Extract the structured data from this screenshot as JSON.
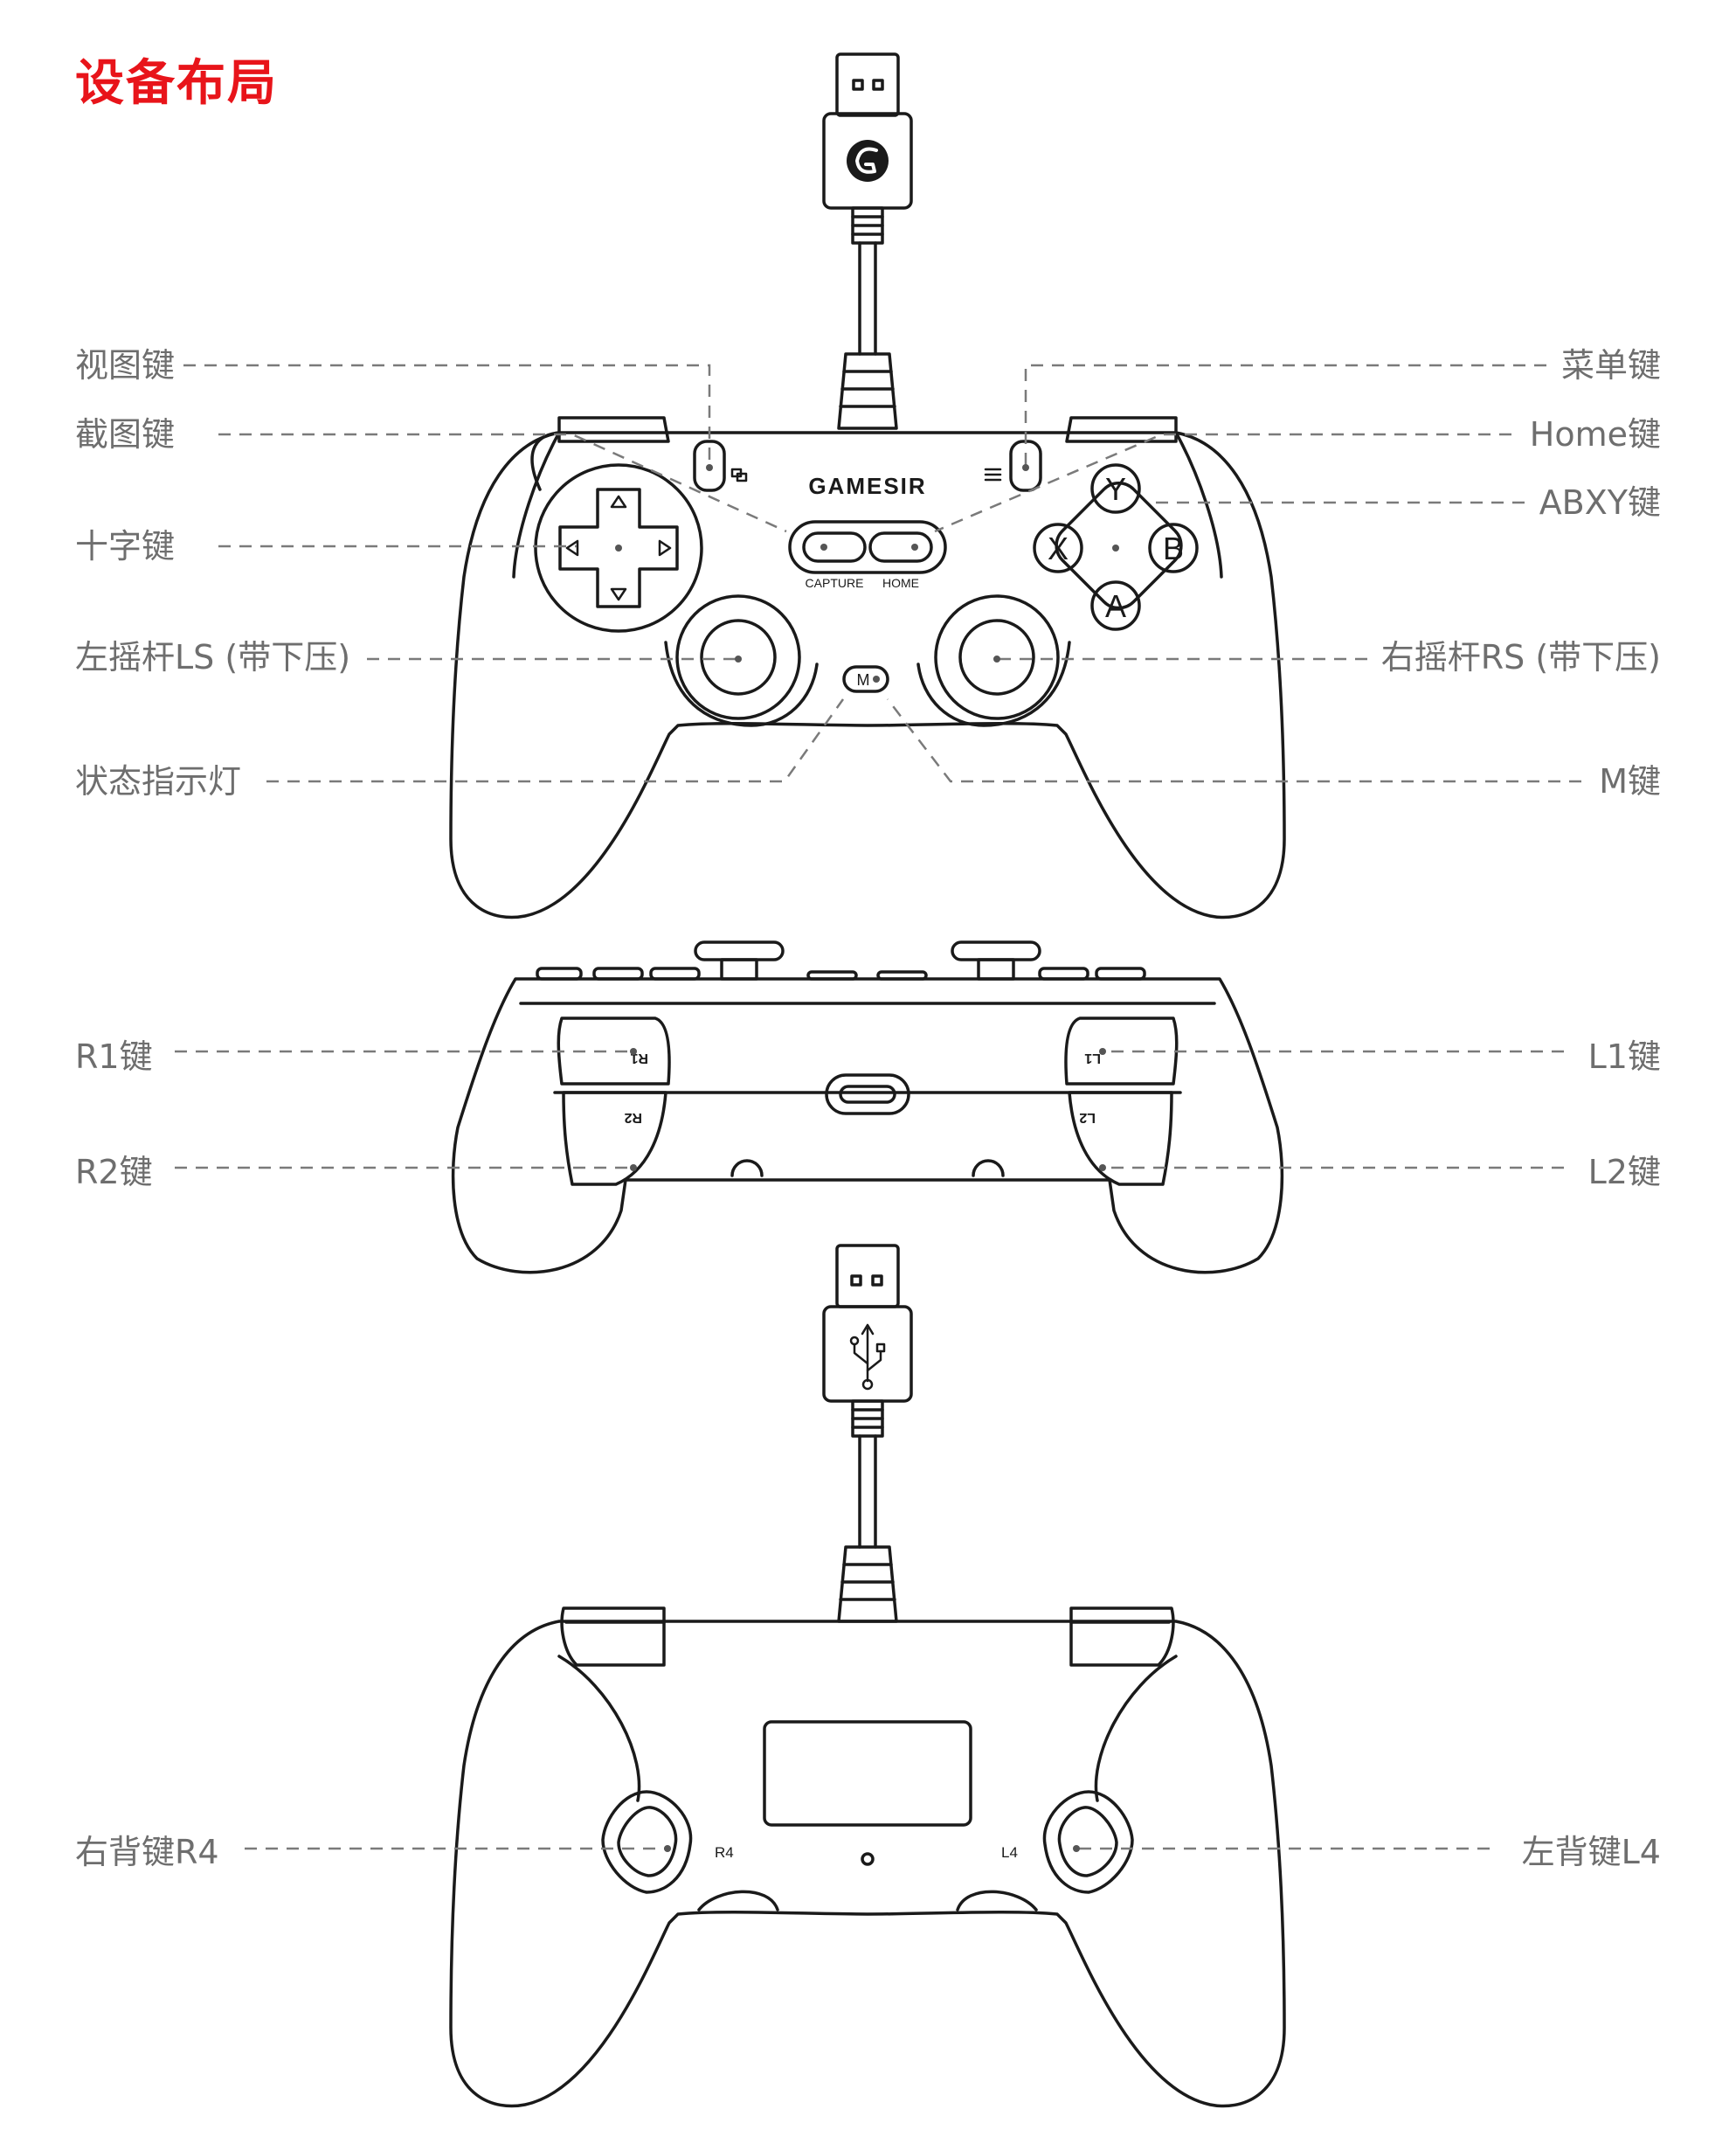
{
  "page_title": "设备布局",
  "brand": "GAMESIR",
  "front_labels": {
    "view": "视图键",
    "screenshot": "截图键",
    "dpad": "十字键",
    "left_stick": "左摇杆LS (带下压)",
    "status_led": "状态指示灯",
    "menu": "菜单键",
    "home": "Home键",
    "abxy": "ABXY键",
    "right_stick": "右摇杆RS (带下压)",
    "m_key": "M键"
  },
  "top_labels": {
    "r1": "R1键",
    "r2": "R2键",
    "l1": "L1键",
    "l2": "L2键"
  },
  "back_labels": {
    "r4": "右背键R4",
    "l4": "左背键L4"
  },
  "controller_text": {
    "capture": "CAPTURE",
    "home": "HOME",
    "btn_y": "Y",
    "btn_x": "X",
    "btn_b": "B",
    "btn_a": "A",
    "btn_m": "M",
    "trig_r1": "R1",
    "trig_r2": "R2",
    "trig_l1": "L1",
    "trig_l2": "L2",
    "back_r4": "R4",
    "back_l4": "L4"
  },
  "colors": {
    "title": "#e8141a",
    "label": "#6e6e6e",
    "line": "#1a1a1a",
    "leader": "#7a7a7a"
  }
}
